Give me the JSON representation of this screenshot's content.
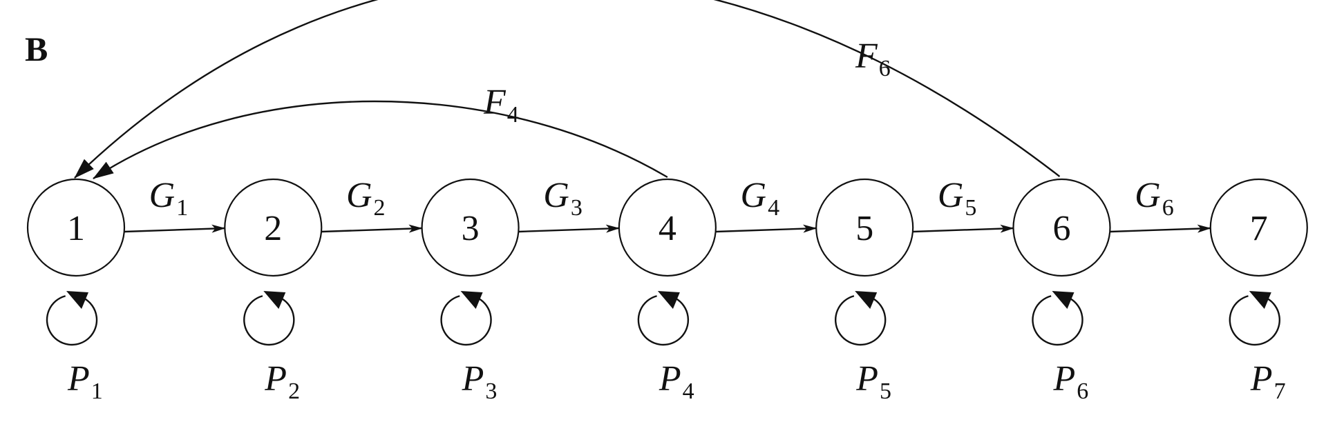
{
  "panel": {
    "letter": "B"
  },
  "nodes": [
    {
      "id": "1",
      "label": "1"
    },
    {
      "id": "2",
      "label": "2"
    },
    {
      "id": "3",
      "label": "3"
    },
    {
      "id": "4",
      "label": "4"
    },
    {
      "id": "5",
      "label": "5"
    },
    {
      "id": "6",
      "label": "6"
    },
    {
      "id": "7",
      "label": "7"
    }
  ],
  "forward_edges": [
    {
      "from": "1",
      "to": "2",
      "label": "G",
      "sub": "1"
    },
    {
      "from": "2",
      "to": "3",
      "label": "G",
      "sub": "2"
    },
    {
      "from": "3",
      "to": "4",
      "label": "G",
      "sub": "3"
    },
    {
      "from": "4",
      "to": "5",
      "label": "G",
      "sub": "4"
    },
    {
      "from": "5",
      "to": "6",
      "label": "G",
      "sub": "5"
    },
    {
      "from": "6",
      "to": "7",
      "label": "G",
      "sub": "6"
    }
  ],
  "feedback_edges": [
    {
      "from": "4",
      "to": "1",
      "label": "F",
      "sub": "4"
    },
    {
      "from": "6",
      "to": "1",
      "label": "F",
      "sub": "6"
    }
  ],
  "self_loops": [
    {
      "node": "1",
      "label": "P",
      "sub": "1"
    },
    {
      "node": "2",
      "label": "P",
      "sub": "2"
    },
    {
      "node": "3",
      "label": "P",
      "sub": "3"
    },
    {
      "node": "4",
      "label": "P",
      "sub": "4"
    },
    {
      "node": "5",
      "label": "P",
      "sub": "5"
    },
    {
      "node": "6",
      "label": "P",
      "sub": "6"
    },
    {
      "node": "7",
      "label": "P",
      "sub": "7"
    }
  ]
}
